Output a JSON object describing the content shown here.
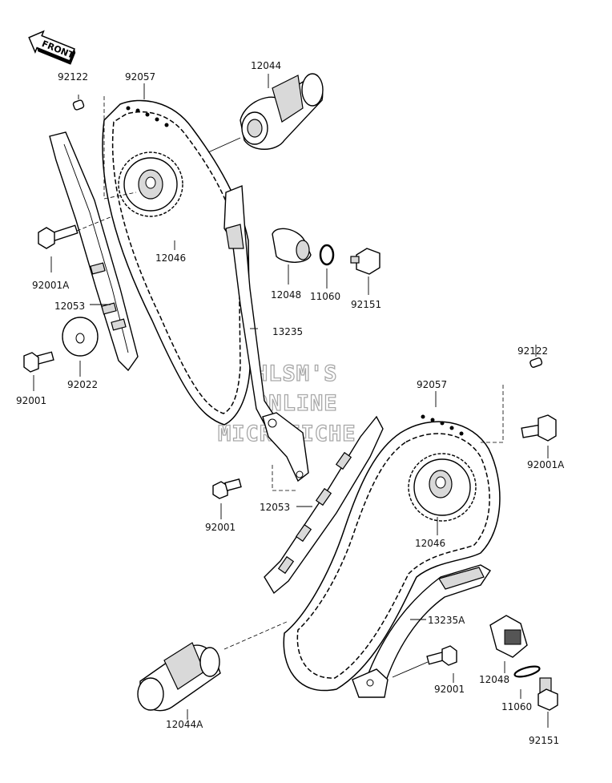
{
  "front_label": "FRONT",
  "watermark": [
    "HLSM'S",
    "ONLINE",
    "MICROFICHE"
  ],
  "callouts": {
    "c92122_top": "92122",
    "c92057_top": "92057",
    "c12044": "12044",
    "c12046_top": "12046",
    "c92001A_left": "92001A",
    "c12053_left": "12053",
    "c12048_top": "12048",
    "c11060_top": "11060",
    "c92151_top": "92151",
    "c13235": "13235",
    "c92001_left": "92001",
    "c92022": "92022",
    "c92122_right": "92122",
    "c92057_lower": "92057",
    "c92001A_right": "92001A",
    "c92001_mid": "92001",
    "c12053_mid": "12053",
    "c12046_lower": "12046",
    "c13235A": "13235A",
    "c12048_right": "12048",
    "c92001_right": "92001",
    "c11060_right": "11060",
    "c12044A": "12044A",
    "c92151_right": "92151"
  }
}
